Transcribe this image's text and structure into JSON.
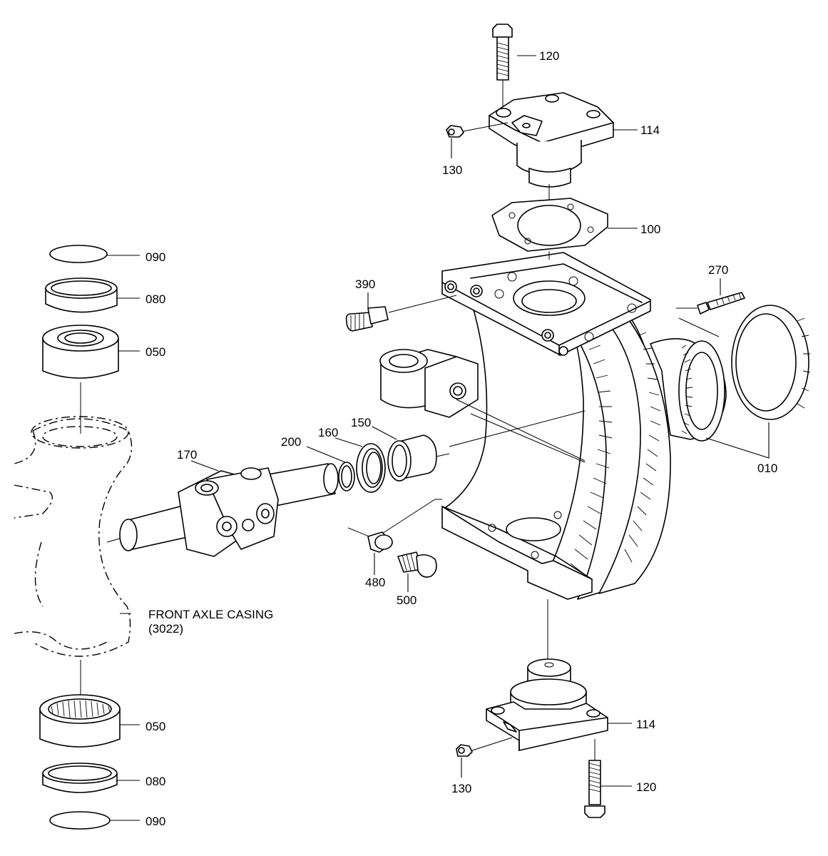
{
  "parts": {
    "p120_top": "120",
    "p114_top": "114",
    "p130_top": "130",
    "p100": "100",
    "p090_top": "090",
    "p080_top": "080",
    "p050_top": "050",
    "p390": "390",
    "p270": "270",
    "p010": "010",
    "p170": "170",
    "p200": "200",
    "p160": "160",
    "p150": "150",
    "p480": "480",
    "p500": "500",
    "p050_bot": "050",
    "p080_bot": "080",
    "p090_bot": "090",
    "p114_bot": "114",
    "p130_bot": "130",
    "p120_bot": "120"
  },
  "note": {
    "line1": "FRONT AXLE CASING",
    "line2": "(3022)"
  }
}
